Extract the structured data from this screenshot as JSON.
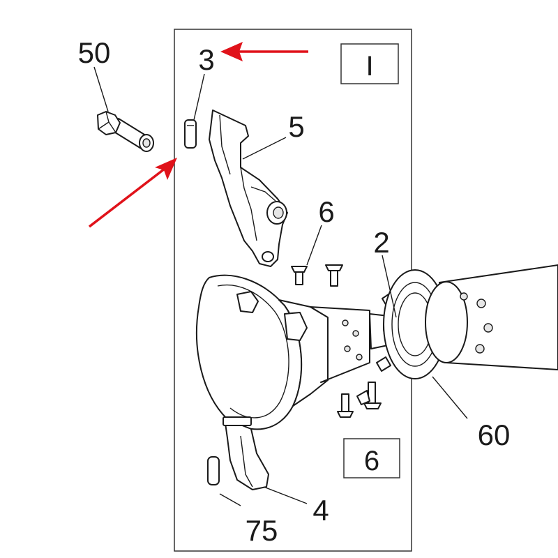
{
  "diagram": {
    "colors": {
      "line": "#1a1a1a",
      "frame": "#333333",
      "highlight_arrow": "#e0121a",
      "background": "#ffffff"
    },
    "callouts": {
      "part_50": "50",
      "part_3": "3",
      "part_5": "5",
      "part_6": "6",
      "part_2": "2",
      "part_60": "60",
      "part_4": "4",
      "part_75": "75"
    },
    "boxes": {
      "box_top": "I",
      "box_bottom": "6"
    }
  }
}
